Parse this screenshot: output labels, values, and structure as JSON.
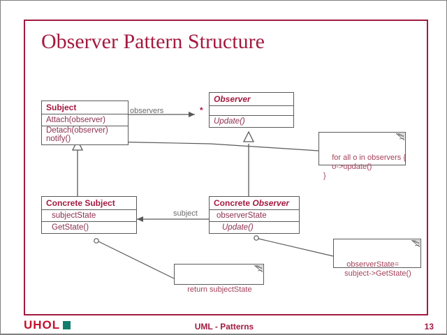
{
  "slide": {
    "title": "Observer Pattern Structure",
    "accent_color": "#A31A40",
    "line_color": "#595959",
    "label_color": "#6B6B6B",
    "text_color": "#8C3050"
  },
  "classes": {
    "subject": {
      "name": "Subject",
      "attributes": [],
      "methods": [
        "Attach(observer)",
        "Detach(observer)",
        "notify()"
      ]
    },
    "observer": {
      "name": "Observer",
      "attributes": [],
      "methods": [
        "Update()"
      ]
    },
    "concrete_subject": {
      "name": "Concrete Subject",
      "attributes": [
        "subjectState"
      ],
      "methods": [
        "GetState()"
      ]
    },
    "concrete_observer": {
      "name_lead": "Concrete ",
      "name_abstract": "Observer",
      "name": "Concrete Observer",
      "attributes": [
        "observerState"
      ],
      "methods": [
        "Update()"
      ]
    }
  },
  "edges": {
    "observers_label": "observers",
    "observers_multiplicity": "*",
    "subject_label": "subject"
  },
  "notes": {
    "notify_note": "for all o in observers {\n    o->update()\n}",
    "getstate_note": "return subjectState",
    "update_note": "observerState=\n   subject->GetState()"
  },
  "footer": {
    "logo_text": "UHOL",
    "center_text": "UML  - Patterns",
    "page_number": "13"
  }
}
